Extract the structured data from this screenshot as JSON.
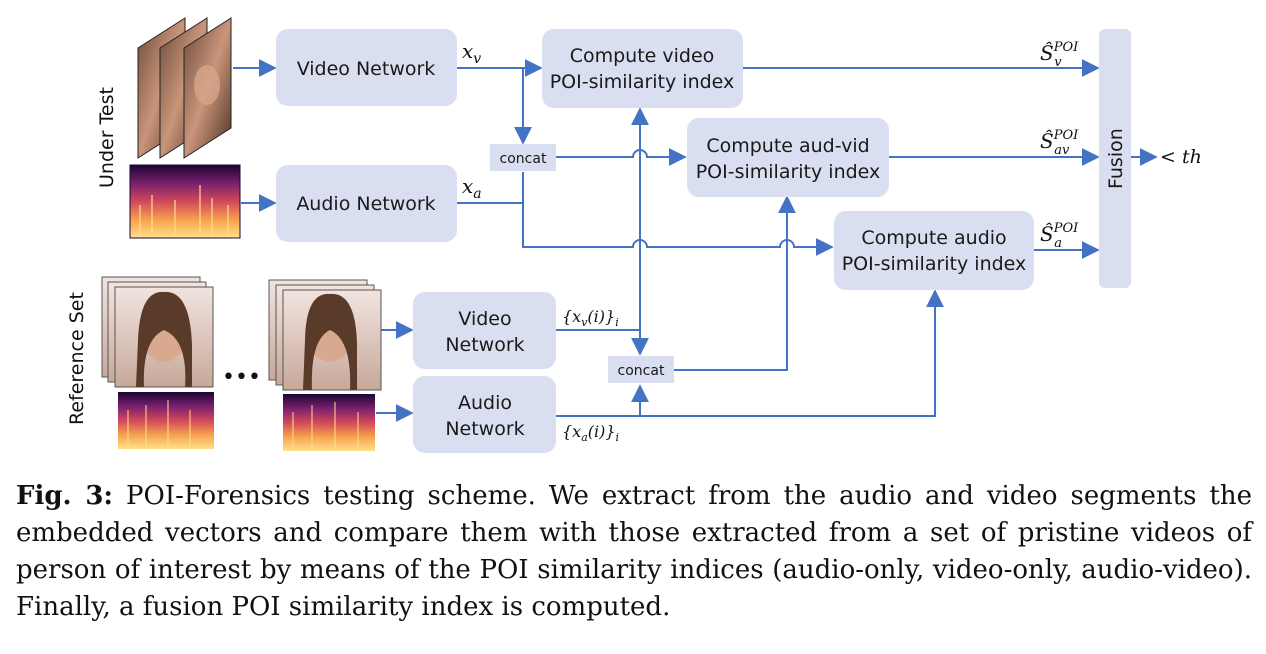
{
  "diagram": {
    "side_labels": {
      "under_test": "Under Test",
      "reference_set": "Reference Set"
    },
    "boxes": {
      "video_network": "Video Network",
      "audio_network": "Audio Network",
      "ref_video_network": [
        "Video",
        "Network"
      ],
      "ref_audio_network": [
        "Audio",
        "Network"
      ],
      "compute_video": [
        "Compute video",
        "POI-similarity index"
      ],
      "compute_audvid": [
        "Compute aud-vid",
        "POI-similarity index"
      ],
      "compute_audio": [
        "Compute audio",
        "POI-similarity index"
      ],
      "fusion": "Fusion",
      "concat_top": "concat",
      "concat_bottom": "concat"
    },
    "math": {
      "x_v": "x_v",
      "x_a": "x_a",
      "ref_xv": "{x_v(i)}_i",
      "ref_xa": "{x_a(i)}_i",
      "s_v": "Ŝ_v^POI",
      "s_av": "Ŝ_av^POI",
      "s_a": "Ŝ_a^POI",
      "threshold": "< th"
    },
    "ellipsis": "•••",
    "colors": {
      "box_fill": "#d9dff0",
      "arrow": "#4472c4",
      "spectrogram": [
        "#1a0633",
        "#7a1f6e",
        "#d1495b",
        "#f7a14d",
        "#ffe08a"
      ]
    },
    "icons": [
      "face-frames-image",
      "spectrogram-image"
    ]
  },
  "caption": {
    "label": "Fig. 3:",
    "text": "POI-Forensics testing scheme. We extract from the audio and video segments the embedded vectors and compare them with those extracted from a set of pristine videos of person of interest by means of the POI similarity indices (audio-only, video-only, audio-video). Finally, a fusion POI similarity index is computed."
  }
}
